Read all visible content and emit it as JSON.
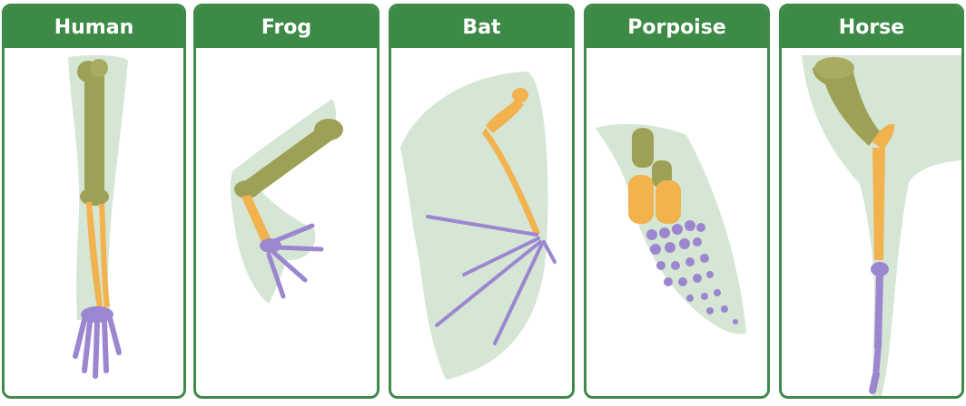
{
  "panels": [
    {
      "label": "Human"
    },
    {
      "label": "Frog"
    },
    {
      "label": "Bat"
    },
    {
      "label": "Porpoise"
    },
    {
      "label": "Horse"
    }
  ],
  "colors": {
    "header": "#3d8a47",
    "border": "#3f8a4a",
    "skin": "#d5e6d4",
    "humerus": "#9ea155",
    "radius_ulna": "#f2b24d",
    "hand_bones": "#9c86cf"
  }
}
